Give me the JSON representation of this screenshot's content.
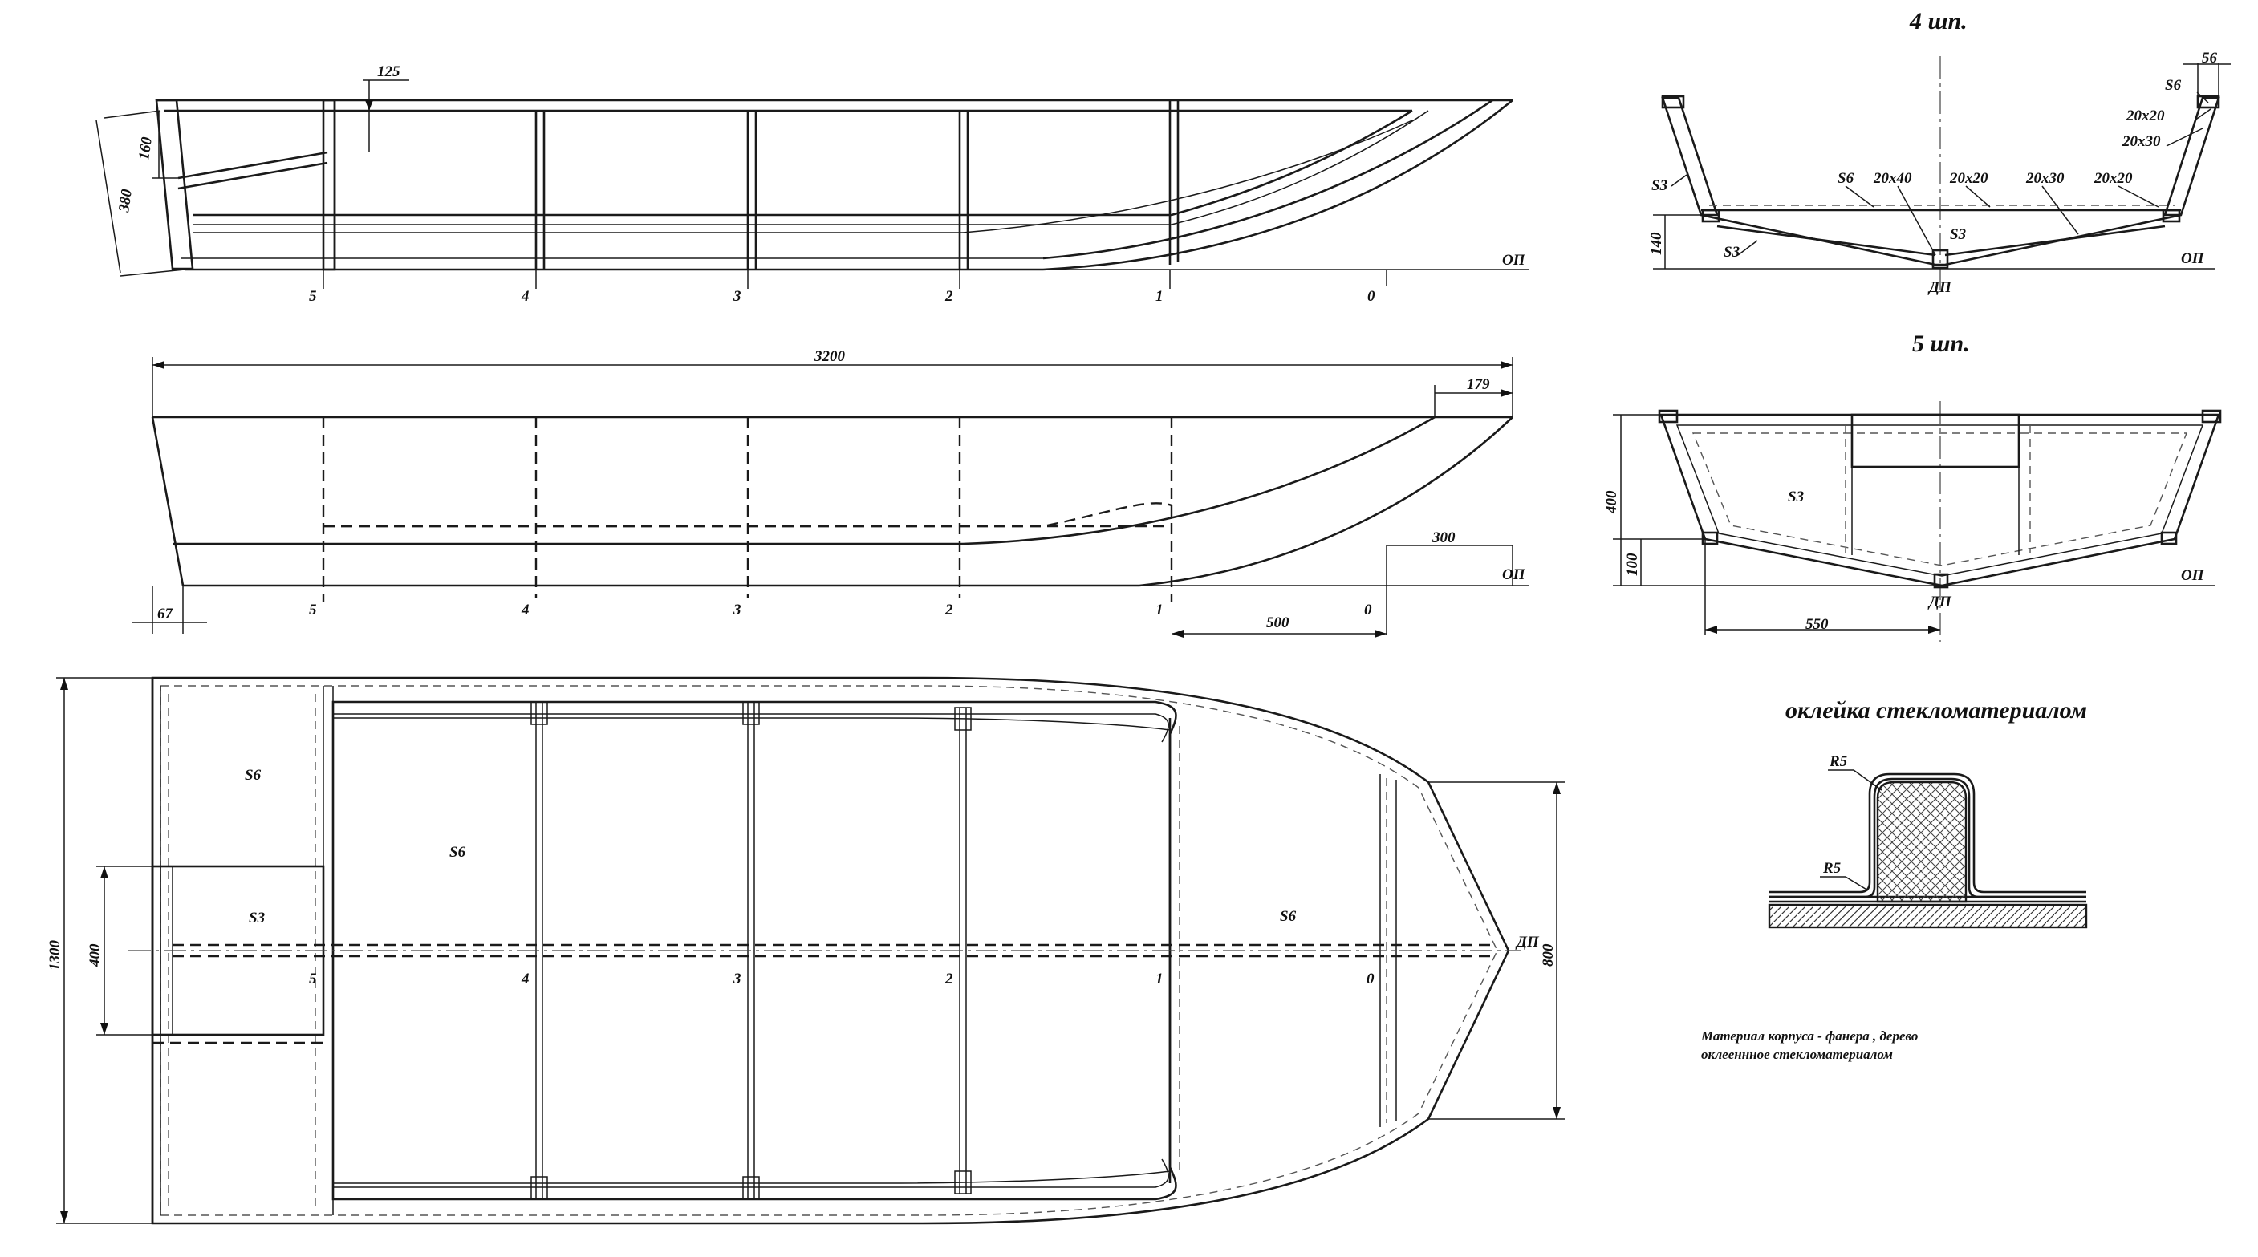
{
  "views": {
    "section4": {
      "title": "4 шп.",
      "labels": [
        "56",
        "S6",
        "20x20",
        "20x30",
        "S3",
        "S6",
        "20x40",
        "20x20",
        "20x30",
        "20x20",
        "140",
        "S3",
        "S3",
        "ОП",
        "ДП"
      ]
    },
    "section5": {
      "title": "5 шп.",
      "labels": [
        "S3",
        "400",
        "100",
        "550",
        "ОП",
        "ДП"
      ]
    },
    "side_top": {
      "labels": [
        "125",
        "160",
        "380",
        "ОП"
      ],
      "frames": [
        "5",
        "4",
        "3",
        "2",
        "1",
        "0"
      ]
    },
    "side_mid": {
      "labels": [
        "3200",
        "179",
        "300",
        "ОП",
        "67",
        "500"
      ],
      "frames": [
        "5",
        "4",
        "3",
        "2",
        "1",
        "0"
      ]
    },
    "plan": {
      "labels": [
        "S6",
        "S6",
        "S3",
        "S6",
        "1300",
        "400",
        "800",
        "ДП"
      ],
      "frames": [
        "5",
        "4",
        "3",
        "2",
        "1",
        "0"
      ]
    },
    "detail": {
      "title": "оклейка стекломатериалом",
      "labels": [
        "R5",
        "R5"
      ]
    },
    "note": {
      "line1": "Материал корпуса - фанера , дерево",
      "line2": "оклееннное стекломатериалом"
    }
  }
}
